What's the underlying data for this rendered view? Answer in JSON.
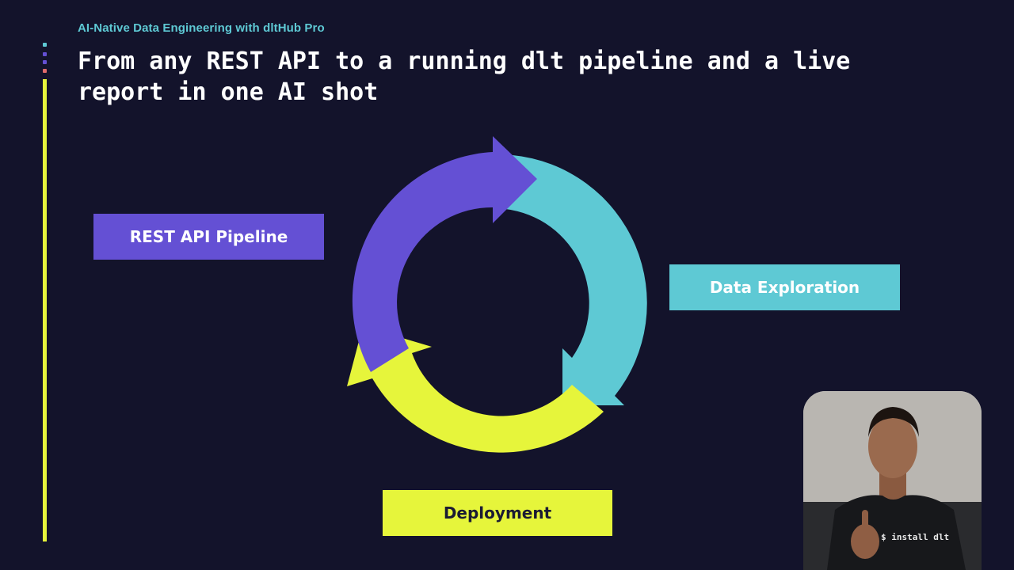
{
  "header": {
    "eyebrow": "AI-Native Data Engineering with dltHub Pro",
    "headline": "From any REST API to a running dlt pipeline and a live report in one AI shot"
  },
  "diagram": {
    "stages": [
      {
        "label": "REST API Pipeline",
        "color": "#6450d4"
      },
      {
        "label": "Data Exploration",
        "color": "#5ec9d4"
      },
      {
        "label": "Deployment",
        "color": "#e6f53b"
      }
    ]
  },
  "presenter": {
    "shirt_text": "$ install dlt"
  },
  "colors": {
    "background": "#13132b",
    "accent_rail": "#e6f53b",
    "eyebrow": "#5ec9d4",
    "rail_dots": [
      "#5ec9d4",
      "#6450d4",
      "#e06a6a"
    ]
  }
}
